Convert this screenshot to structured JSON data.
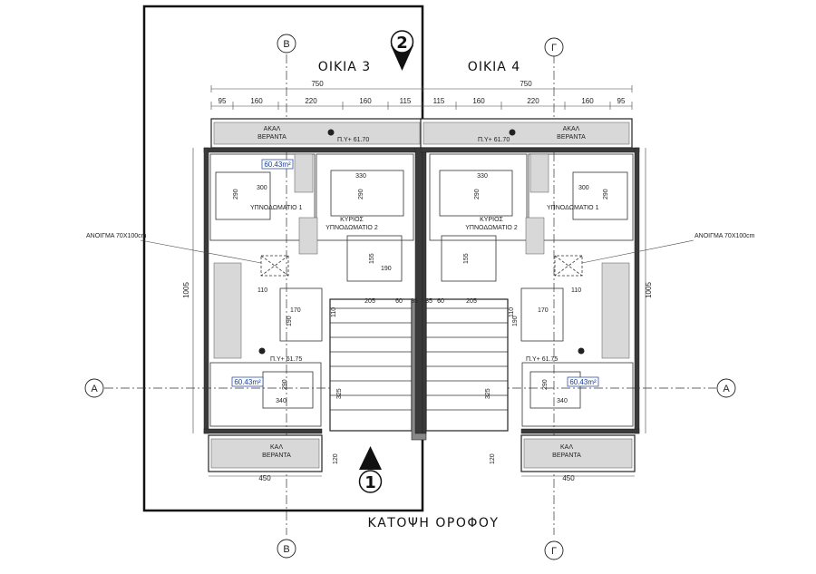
{
  "houses": {
    "left": "ΟΙΚΙΑ 3",
    "right": "ΟΙΚΙΑ 4"
  },
  "title": "ΚΑΤΟΨΗ ΟΡΟΦΟΥ",
  "overall_width": "750",
  "dims_top_left": [
    "95",
    "160",
    "220",
    "160",
    "115"
  ],
  "dims_top_right": [
    "115",
    "160",
    "220",
    "160",
    "95"
  ],
  "height_dim": "1005",
  "verandah_top": [
    "ΑΚΑΛ",
    "ΒΕΡΑΝΤΑ"
  ],
  "verandah_bottom": [
    "ΚΑΛ",
    "ΒΕΡΑΝΤΑ"
  ],
  "level_top": "Π.Υ+ 61.70",
  "level_mid": "Π.Υ+ 61.75",
  "area": "60.43m²",
  "bedroom1": "ΥΠΝΟΔΩΜΑΤΙΟ 1",
  "bedroom2": [
    "ΚΥΡΙΟΣ",
    "ΥΠΝΟΔΩΜΑΤΙΟ 2"
  ],
  "opening": "ΑΝΟΙΓΜΑ 70Χ100cm",
  "dims": {
    "d330": "330",
    "d290": "290",
    "d300": "300",
    "d155": "155",
    "d190": "190",
    "d110": "110",
    "d205": "205",
    "d60": "60",
    "d35": "35",
    "d170": "170",
    "d340": "340",
    "d325": "325",
    "d120": "120",
    "d450": "450"
  },
  "markers": {
    "m1": "1",
    "m2": "2",
    "axisA": "A",
    "axisB": "B",
    "axisG": "Γ"
  }
}
